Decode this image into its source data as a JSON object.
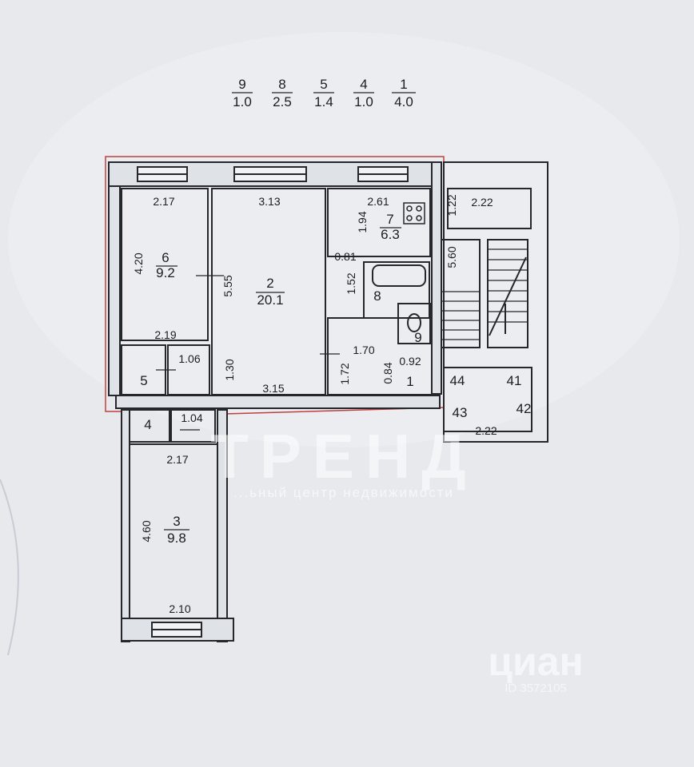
{
  "legend": [
    {
      "room": "9",
      "area": "1.0"
    },
    {
      "room": "8",
      "area": "2.5"
    },
    {
      "room": "5",
      "area": "1.4"
    },
    {
      "room": "4",
      "area": "1.0"
    },
    {
      "room": "1",
      "area": "4.0"
    }
  ],
  "rooms": {
    "r6": {
      "number": "6",
      "area": "9.2",
      "width": "2.17",
      "length": "4.20",
      "bottom_width": "2.19"
    },
    "r2": {
      "number": "2",
      "area": "20.1",
      "width": "3.13",
      "length": "5.55",
      "bottom_width": "3.15",
      "side": "1.30"
    },
    "r7": {
      "number": "7",
      "area": "6.3",
      "width": "2.61",
      "length": "1.94"
    },
    "r8": {
      "number": "8",
      "d1": "0.81",
      "d2": "1.52"
    },
    "r9": {
      "number": "9"
    },
    "r1": {
      "number": "1",
      "width": "1.70",
      "d1": "1.72",
      "d2": "0.84",
      "d3": "0.92"
    },
    "r5": {
      "number": "5",
      "width": "1.06"
    },
    "r4": {
      "number": "4",
      "width": "1.04"
    },
    "r3": {
      "number": "3",
      "area": "9.8",
      "width": "2.17",
      "length": "4.60",
      "bottom_width": "2.10"
    }
  },
  "stairs": {
    "top_width": "2.22",
    "top_depth": "1.22",
    "height": "5.60",
    "bottom_width": "2.22",
    "flats": [
      "44",
      "41",
      "43",
      "42"
    ]
  },
  "watermark": {
    "brand": "ТРЕНД",
    "subtitle": "...ьный центр недвижимости",
    "site": "циан",
    "code": "ID 3572105"
  }
}
